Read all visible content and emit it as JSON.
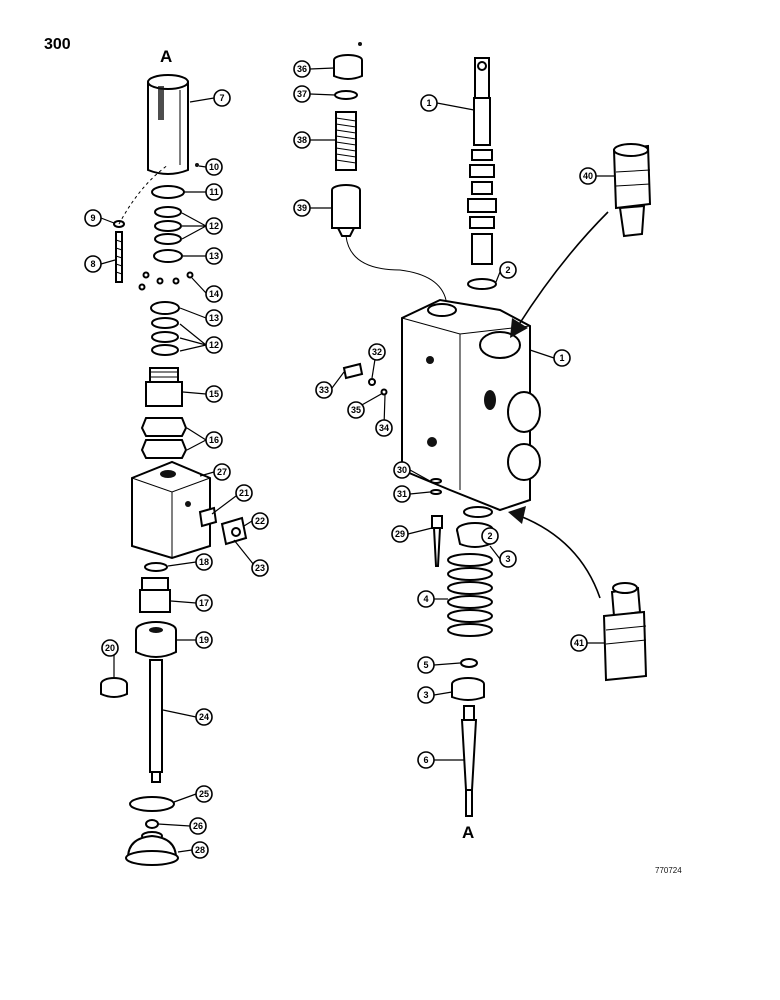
{
  "page_number": "300",
  "reference_code": "770724",
  "section_markers": {
    "top": "A",
    "bottom": "A"
  },
  "callouts": [
    "1",
    "2",
    "3",
    "4",
    "5",
    "6",
    "7",
    "8",
    "9",
    "10",
    "11",
    "12",
    "13",
    "14",
    "15",
    "16",
    "17",
    "18",
    "19",
    "20",
    "21",
    "22",
    "23",
    "24",
    "25",
    "26",
    "27",
    "28",
    "29",
    "30",
    "31",
    "32",
    "33",
    "34",
    "35",
    "36",
    "37",
    "38",
    "39",
    "40",
    "41"
  ]
}
